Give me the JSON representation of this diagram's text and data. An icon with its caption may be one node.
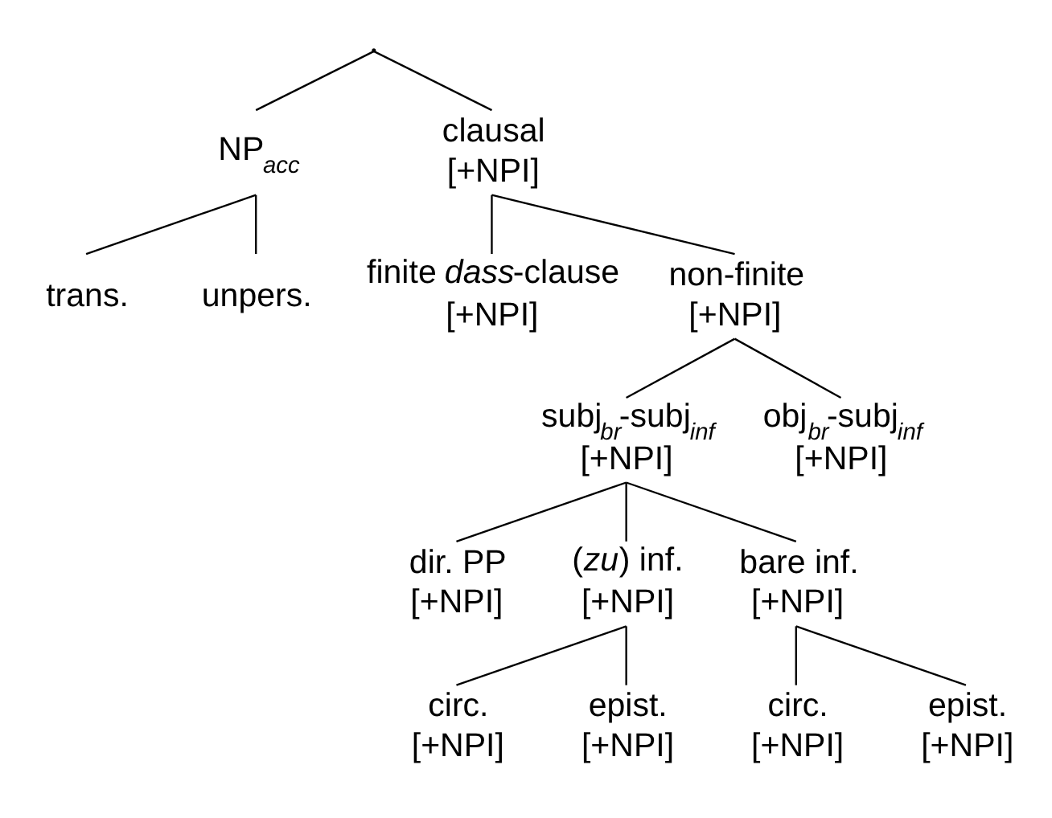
{
  "diagram": {
    "nodes": [
      {
        "text": [],
        "shape": "point"
      },
      {
        "text": [
          "NP$_{acc}$"
        ]
      },
      {
        "text": [
          "trans."
        ]
      },
      {
        "text": [
          "unpers."
        ]
      },
      {
        "text": [
          "clausal",
          "[+NPI]"
        ]
      },
      {
        "text": [
          "finite *dass*-clause",
          "[+NPI]"
        ]
      },
      {
        "text": [
          "non-finite",
          "[+NPI]"
        ]
      },
      {
        "text": [
          "subj$_{br}$-subj$_{inf}$",
          "[+NPI]"
        ]
      },
      {
        "text": [
          "obj$_{br}$-subj$_{inf}$",
          "[+NPI]"
        ]
      },
      {
        "text": [
          "dir. PP",
          "[+NPI]"
        ]
      },
      {
        "text": [
          "(*zu*) inf.",
          "[+NPI]"
        ]
      },
      {
        "text": [
          "bare inf.",
          "[+NPI]"
        ]
      },
      {
        "text": [
          "circ.",
          "[+NPI]"
        ]
      },
      {
        "text": [
          "epist.",
          "[+NPI]"
        ]
      },
      {
        "text": [
          "circ.",
          "[+NPI]"
        ]
      },
      {
        "text": [
          "epist.",
          "[+NPI]"
        ]
      }
    ],
    "edges": [
      {
        "from": 0,
        "to": 1,
        "arrow": "none"
      },
      {
        "from": 0,
        "to": 4,
        "arrow": "none"
      },
      {
        "from": 1,
        "to": 2,
        "arrow": "none"
      },
      {
        "from": 1,
        "to": 3,
        "arrow": "none"
      },
      {
        "from": 4,
        "to": 5,
        "arrow": "none"
      },
      {
        "from": 4,
        "to": 6,
        "arrow": "none"
      },
      {
        "from": 6,
        "to": 7,
        "arrow": "none"
      },
      {
        "from": 6,
        "to": 8,
        "arrow": "none"
      },
      {
        "from": 7,
        "to": 9,
        "arrow": "none"
      },
      {
        "from": 7,
        "to": 10,
        "arrow": "none"
      },
      {
        "from": 7,
        "to": 11,
        "arrow": "none"
      },
      {
        "from": 10,
        "to": 12,
        "arrow": "none"
      },
      {
        "from": 10,
        "to": 13,
        "arrow": "none"
      },
      {
        "from": 11,
        "to": 14,
        "arrow": "none"
      },
      {
        "from": 11,
        "to": 15,
        "arrow": "none"
      }
    ]
  }
}
